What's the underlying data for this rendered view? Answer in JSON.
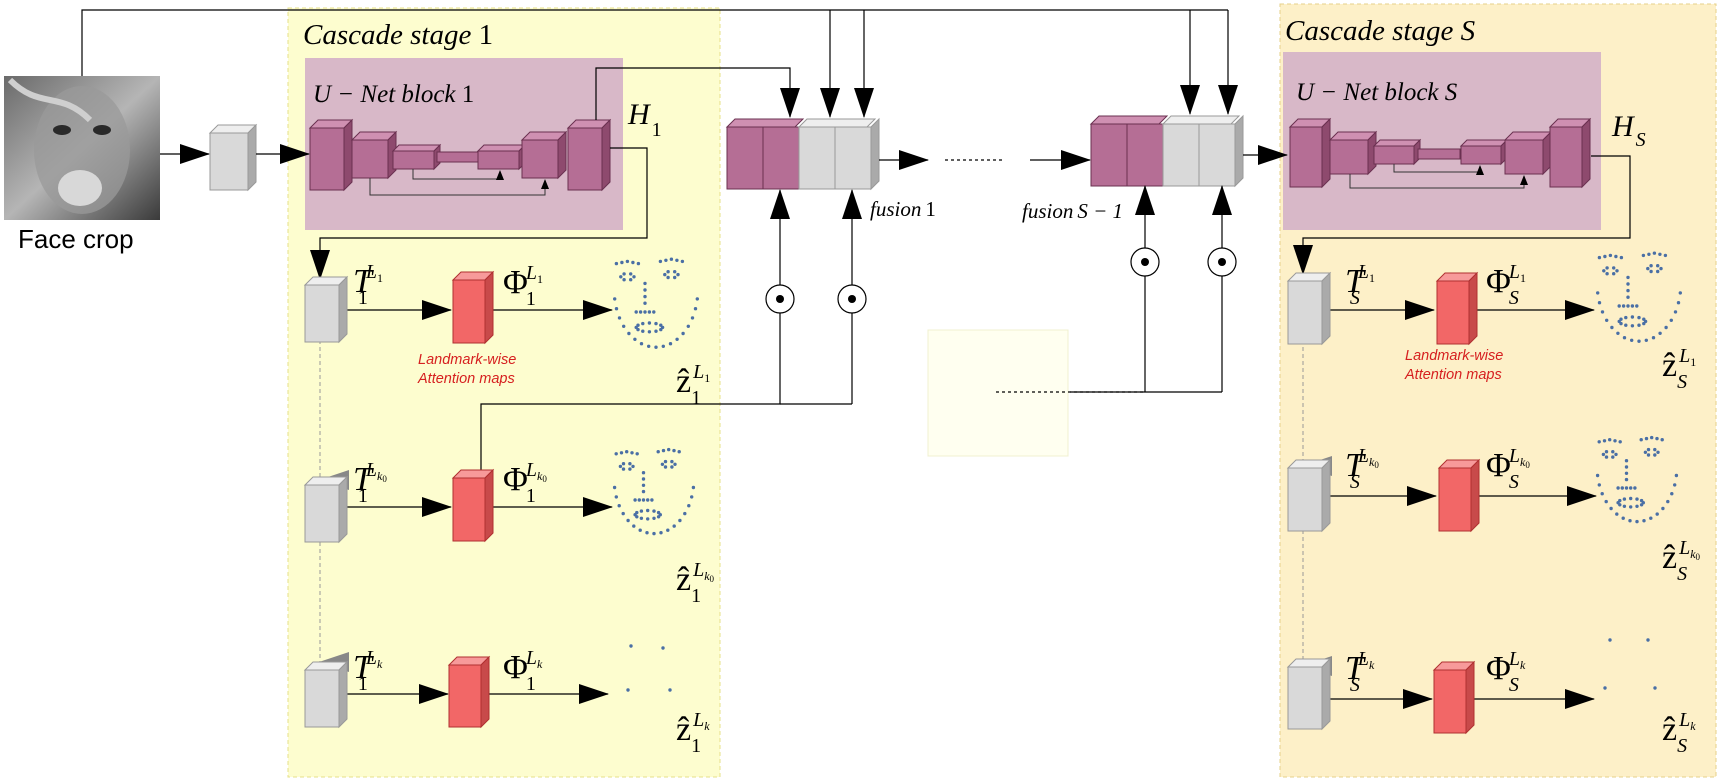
{
  "input": {
    "label": "Face crop"
  },
  "stage1": {
    "title_prefix": "Cascade stage",
    "title_index": "1",
    "unet_prefix": "U − Net block",
    "unet_index": "1",
    "heat": "H",
    "heat_sub": "1",
    "stage_sub": "1",
    "attention_line1": "Landmark-wise",
    "attention_line2": "Attention maps"
  },
  "stageS": {
    "title_prefix": "Cascade stage",
    "title_index": "S",
    "unet_prefix": "U − Net block",
    "unet_index": "S",
    "heat": "H",
    "heat_sub": "S",
    "stage_sub": "S",
    "attention_line1": "Landmark-wise",
    "attention_line2": "Attention maps"
  },
  "fusion": {
    "first": "fusion",
    "first_idx": "1",
    "last": "fusion",
    "last_idx": "S − 1"
  },
  "symbols": {
    "transform": "T",
    "phi": "Φ",
    "zhat": "ẑ",
    "L": "L",
    "k1": "1",
    "kk0": "k",
    "kk0_sub": "0",
    "kk": "k",
    "odot": "⊙"
  },
  "colors": {
    "stage_bg_1": "#fdfdcf",
    "stage_bg_S": "#fdf0c8",
    "unet_bg": "#d8b8c8",
    "unet_block": "#b56e95",
    "gray_block": "#d9d9d9",
    "attention_block": "#f26767",
    "landmark_dot": "#4a6fa5",
    "attention_text": "#d62020"
  }
}
